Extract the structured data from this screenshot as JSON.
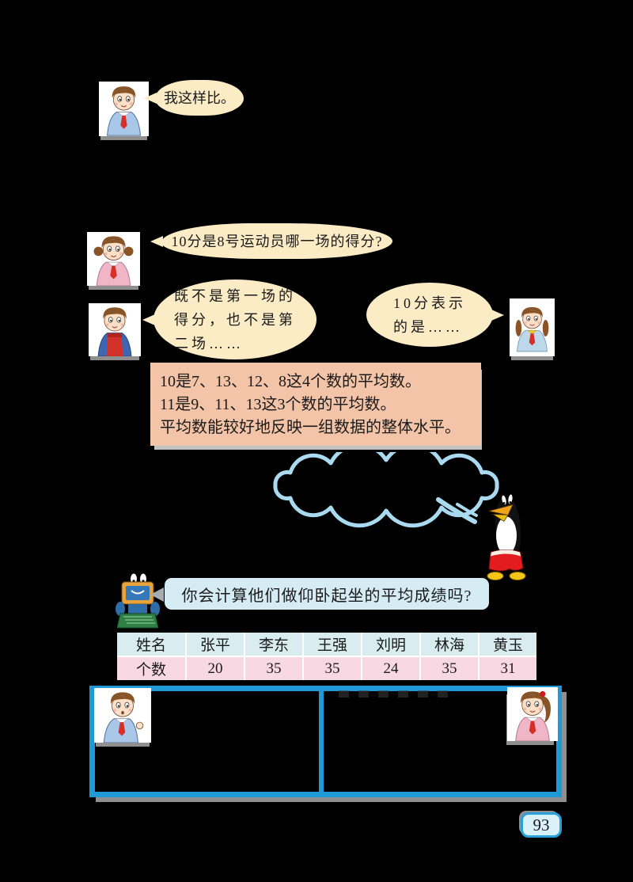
{
  "page": {
    "number": "93"
  },
  "speech": {
    "bubble1": {
      "speaker": "boy",
      "text": "我这样比。"
    },
    "bubble2": {
      "speaker": "girl",
      "text": "10分是8号运动员哪一场的得分?"
    },
    "bubble3": {
      "speaker": "boy",
      "lines": [
        "既不是第一场的",
        "得分，也不是第",
        "二场……"
      ]
    },
    "bubble4": {
      "speaker": "girl",
      "lines": [
        "10分表示",
        "的是……"
      ]
    }
  },
  "summary_box": {
    "lines": [
      "10是7、13、12、8这4个数的平均数。",
      "11是9、11、13这3个数的平均数。",
      "平均数能较好地反映一组数据的整体水平。"
    ]
  },
  "question": {
    "text": "你会计算他们做仰卧起坐的平均成绩吗?"
  },
  "table": {
    "header": [
      "姓名",
      "张平",
      "李东",
      "王强",
      "刘明",
      "林海",
      "黄玉"
    ],
    "row": [
      "个数",
      "20",
      "35",
      "35",
      "24",
      "35",
      "31"
    ]
  },
  "icons": {
    "characters": [
      "boy-schoolboy",
      "girl-pigtails",
      "boy-red-sweater",
      "girl-braids",
      "penguin-mascot",
      "computer-book-mascot",
      "boy-pointing",
      "girl-ponytail"
    ],
    "thought_cloud": "empty-thought-cloud"
  },
  "colors": {
    "background": "#000000",
    "bubble_fill": "#fbecc6",
    "summary_bg": "#f3c4a7",
    "table_header_bg": "#d9edf1",
    "table_row_bg": "#f8d8e2",
    "question_bar_bg": "#d6ecf4",
    "work_box_border": "#1f9ad6",
    "cloud_stroke": "#a9daef",
    "badge_bg": "#d9f1fb",
    "badge_border": "#2aa0db"
  }
}
